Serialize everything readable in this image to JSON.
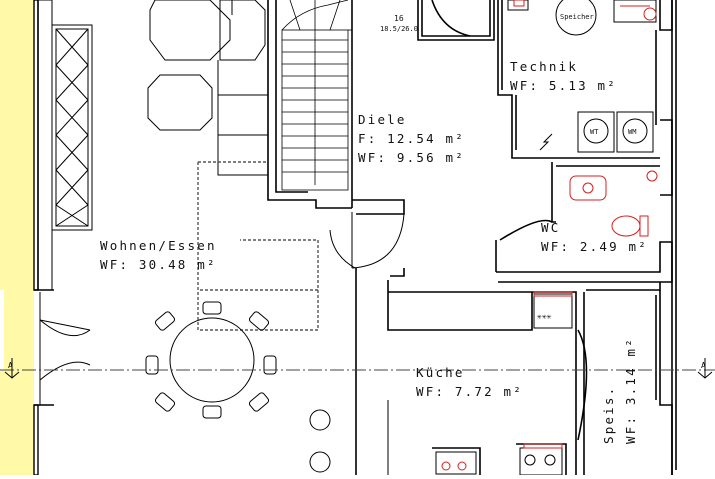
{
  "plan": {
    "rooms": {
      "diele": {
        "name": "Diele",
        "f": "F:  12.54 m²",
        "wf": "WF: 9.56 m²"
      },
      "technik": {
        "name": "Technik",
        "wf": "WF: 5.13 m²"
      },
      "wc": {
        "name": "WC",
        "wf": "WF: 2.49 m²"
      },
      "wohnen": {
        "name": "Wohnen/Essen",
        "wf": "WF: 30.48 m²"
      },
      "kueche": {
        "name": "Küche",
        "wf": "WF: 7.72 m²"
      },
      "speis": {
        "name": "Speis.",
        "wf": "WF: 3.14 m²"
      }
    },
    "stair": {
      "steps": "16",
      "ratio": "18.5/26.0"
    },
    "appliances": {
      "speicher": "Speicher",
      "wt": "WT",
      "wm": "WM",
      "stove": "✳✳✳"
    },
    "section_marker": "A",
    "colors": {
      "exterior_strip": "#fff9a8",
      "wall": "#000000",
      "accent": "#d62020"
    }
  }
}
